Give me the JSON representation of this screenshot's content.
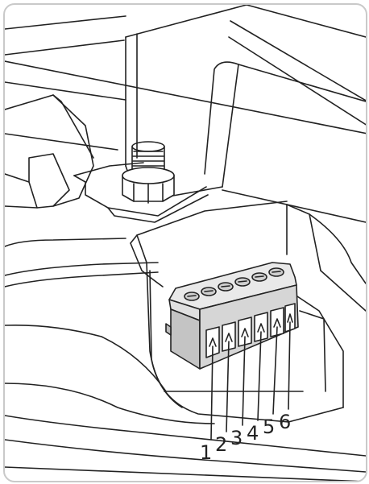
{
  "diagram": {
    "terminal_numbers": [
      "1",
      "2",
      "3",
      "4",
      "5",
      "6"
    ]
  },
  "colors": {
    "line": "#222222",
    "block_top": "#e9e9e9",
    "block_front": "#d6d6d6",
    "block_side": "#c4c4c4",
    "frame": "#c9c9c9"
  }
}
